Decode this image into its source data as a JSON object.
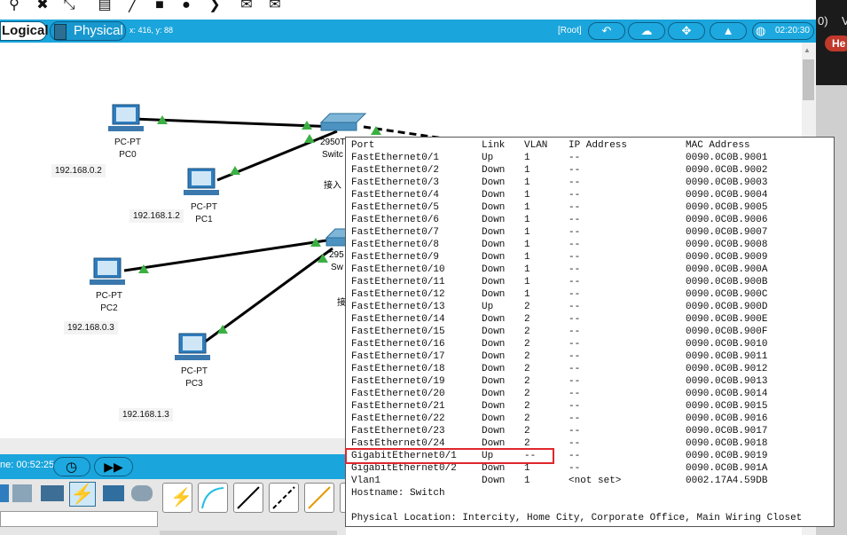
{
  "toolbar": {
    "tools": [
      "search-icon",
      "delete-icon",
      "resize-icon",
      "note-icon",
      "pencil-icon",
      "rectangle-icon",
      "ellipse-icon",
      "freeform-icon",
      "pdu-icon",
      "complex-pdu-icon"
    ]
  },
  "workspace_tabs": {
    "logical": "Logical",
    "physical": "Physical",
    "coords": "x: 416, y: 88",
    "root": "[Root]",
    "clock": "02:20:30"
  },
  "right_strip": {
    "text1": "0)",
    "text2": "V",
    "badge": "He"
  },
  "devices": [
    {
      "type": "PC-PT",
      "name": "PC0",
      "ip": "192.168.0.2"
    },
    {
      "type": "PC-PT",
      "name": "PC1",
      "ip": "192.168.1.2"
    },
    {
      "type": "PC-PT",
      "name": "PC2",
      "ip": "192.168.0.3"
    },
    {
      "type": "PC-PT",
      "name": "PC3",
      "ip": "192.168.1.3"
    }
  ],
  "switches": [
    {
      "model_prefix": "2950T",
      "name_prefix": "Switc",
      "note": "接入"
    },
    {
      "model_prefix": "295",
      "name_prefix": "Sw",
      "note": "接"
    }
  ],
  "sim": {
    "time_label": "ne: 00:52:25"
  },
  "cli": {
    "headers": [
      "Port",
      "Link",
      "VLAN",
      "IP Address",
      "MAC Address"
    ],
    "rows": [
      [
        "FastEthernet0/1",
        "Up",
        "1",
        "--",
        "0090.0C0B.9001"
      ],
      [
        "FastEthernet0/2",
        "Down",
        "1",
        "--",
        "0090.0C0B.9002"
      ],
      [
        "FastEthernet0/3",
        "Down",
        "1",
        "--",
        "0090.0C0B.9003"
      ],
      [
        "FastEthernet0/4",
        "Down",
        "1",
        "--",
        "0090.0C0B.9004"
      ],
      [
        "FastEthernet0/5",
        "Down",
        "1",
        "--",
        "0090.0C0B.9005"
      ],
      [
        "FastEthernet0/6",
        "Down",
        "1",
        "--",
        "0090.0C0B.9006"
      ],
      [
        "FastEthernet0/7",
        "Down",
        "1",
        "--",
        "0090.0C0B.9007"
      ],
      [
        "FastEthernet0/8",
        "Down",
        "1",
        "--",
        "0090.0C0B.9008"
      ],
      [
        "FastEthernet0/9",
        "Down",
        "1",
        "--",
        "0090.0C0B.9009"
      ],
      [
        "FastEthernet0/10",
        "Down",
        "1",
        "--",
        "0090.0C0B.900A"
      ],
      [
        "FastEthernet0/11",
        "Down",
        "1",
        "--",
        "0090.0C0B.900B"
      ],
      [
        "FastEthernet0/12",
        "Down",
        "1",
        "--",
        "0090.0C0B.900C"
      ],
      [
        "FastEthernet0/13",
        "Up",
        "2",
        "--",
        "0090.0C0B.900D"
      ],
      [
        "FastEthernet0/14",
        "Down",
        "2",
        "--",
        "0090.0C0B.900E"
      ],
      [
        "FastEthernet0/15",
        "Down",
        "2",
        "--",
        "0090.0C0B.900F"
      ],
      [
        "FastEthernet0/16",
        "Down",
        "2",
        "--",
        "0090.0C0B.9010"
      ],
      [
        "FastEthernet0/17",
        "Down",
        "2",
        "--",
        "0090.0C0B.9011"
      ],
      [
        "FastEthernet0/18",
        "Down",
        "2",
        "--",
        "0090.0C0B.9012"
      ],
      [
        "FastEthernet0/19",
        "Down",
        "2",
        "--",
        "0090.0C0B.9013"
      ],
      [
        "FastEthernet0/20",
        "Down",
        "2",
        "--",
        "0090.0C0B.9014"
      ],
      [
        "FastEthernet0/21",
        "Down",
        "2",
        "--",
        "0090.0C0B.9015"
      ],
      [
        "FastEthernet0/22",
        "Down",
        "2",
        "--",
        "0090.0C0B.9016"
      ],
      [
        "FastEthernet0/23",
        "Down",
        "2",
        "--",
        "0090.0C0B.9017"
      ],
      [
        "FastEthernet0/24",
        "Down",
        "2",
        "--",
        "0090.0C0B.9018"
      ],
      [
        "GigabitEthernet0/1",
        "Up",
        "--",
        "--",
        "0090.0C0B.9019"
      ],
      [
        "GigabitEthernet0/2",
        "Down",
        "1",
        "--",
        "0090.0C0B.901A"
      ],
      [
        "Vlan1",
        "Down",
        "1",
        "<not set>",
        "0002.17A4.59DB"
      ]
    ],
    "hostname": "Hostname: Switch",
    "location": "Physical Location: Intercity, Home City, Corporate Office, Main Wiring Closet"
  },
  "colors": {
    "accent": "#1aa5dc",
    "link_up": "#3cb043",
    "highlight": "#e0262d"
  }
}
